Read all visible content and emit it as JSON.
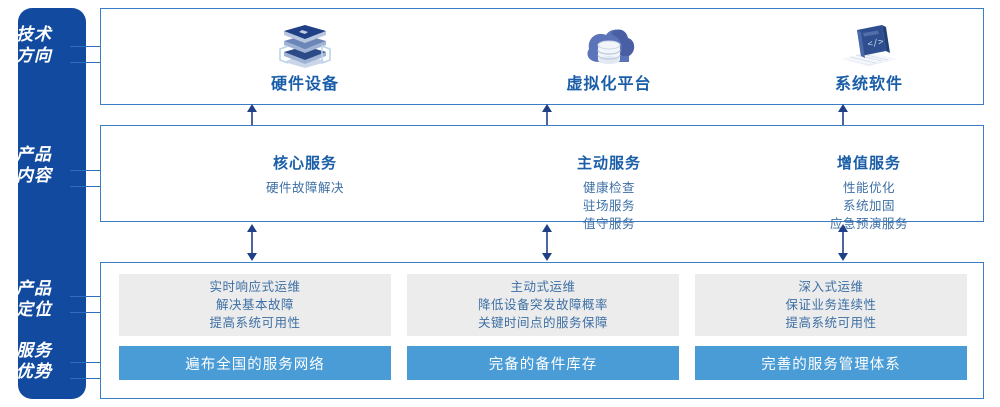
{
  "rail": {
    "items": [
      {
        "name": "tech-direction",
        "line1": "技术",
        "line2": "方向"
      },
      {
        "name": "product-content",
        "line1": "产品",
        "line2": "内容"
      },
      {
        "name": "product-position",
        "line1": "产品",
        "line2": "定位"
      },
      {
        "name": "service-advantage",
        "line1": "服务",
        "line2": "优势"
      }
    ]
  },
  "tech_row": {
    "columns": [
      {
        "icon": "server-stack-icon",
        "title": "硬件设备"
      },
      {
        "icon": "cloud-database-icon",
        "title": "虚拟化平台"
      },
      {
        "icon": "laptop-code-icon",
        "title": "系统软件"
      }
    ]
  },
  "content_row": {
    "columns": [
      {
        "title": "核心服务",
        "items": [
          "硬件故障解决"
        ]
      },
      {
        "title": "主动服务",
        "items": [
          "健康检查",
          "驻场服务",
          "值守服务"
        ]
      },
      {
        "title": "增值服务",
        "items": [
          "性能优化",
          "系统加固",
          "应急预演服务"
        ]
      }
    ]
  },
  "bottom_row": {
    "columns": [
      {
        "lines": [
          "实时响应式运维",
          "解决基本故障",
          "提高系统可用性"
        ],
        "bar": "遍布全国的服务网络"
      },
      {
        "lines": [
          "主动式运维",
          "降低设备突发故障概率",
          "关键时间点的服务保障"
        ],
        "bar": "完备的备件库存"
      },
      {
        "lines": [
          "深入式运维",
          "保证业务连续性",
          "提高系统可用性"
        ],
        "bar": "完善的服务管理体系"
      }
    ]
  },
  "colors": {
    "rail_blue": "#114A9E",
    "panel_border": "#3B7DC4",
    "title_blue": "#1B5EA8",
    "body_blue": "#3D6FA5",
    "bar_blue": "#4A9CD6",
    "card_gray": "#ECECEC",
    "arrow_navy": "#1F3F86"
  }
}
